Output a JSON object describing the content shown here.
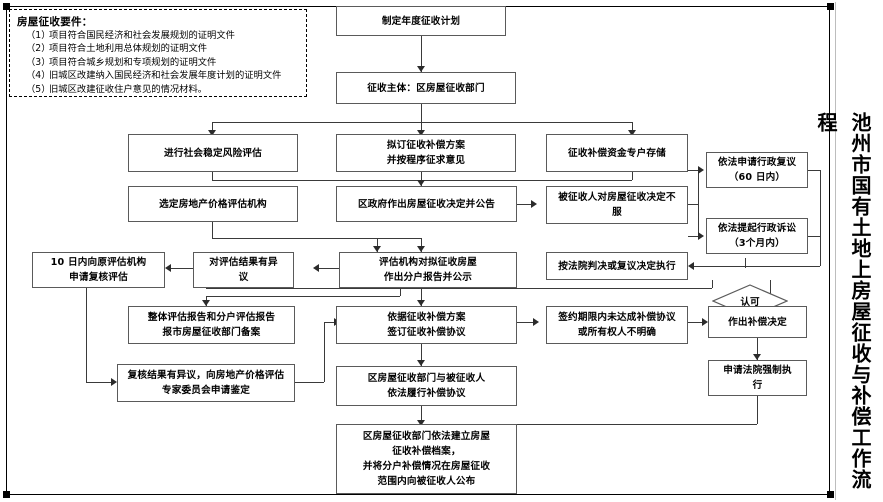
{
  "document": {
    "vertical_title": "池州市国有土地上房屋征收与补偿工作流程"
  },
  "legend": {
    "title": "房屋征收要件：",
    "items": [
      {
        "num": "（1）",
        "text": "项目符合国民经济和社会发展规划的证明文件"
      },
      {
        "num": "（2）",
        "text": "项目符合土地利用总体规划的证明文件"
      },
      {
        "num": "（3）",
        "text": "项目符合城乡规划和专项规划的证明文件"
      },
      {
        "num": "（4）",
        "text": "旧城区改建纳入国民经济和社会发展年度计划的证明文件"
      },
      {
        "num": "（5）",
        "text": "旧城区改建征收住户意见的情况材料。"
      }
    ]
  },
  "flowchart": {
    "type": "flowchart",
    "nodes": [
      {
        "id": "n1",
        "shape": "process",
        "lines": [
          "制定年度征收计划"
        ]
      },
      {
        "id": "n2",
        "shape": "process",
        "lines": [
          "征收主体：区房屋征收部门"
        ]
      },
      {
        "id": "n3",
        "shape": "process",
        "lines": [
          "进行社会稳定风险评估"
        ]
      },
      {
        "id": "n4",
        "shape": "process",
        "lines": [
          "拟订征收补偿方案",
          "并按程序征求意见"
        ]
      },
      {
        "id": "n5",
        "shape": "process",
        "lines": [
          "征收补偿资金专户存储"
        ]
      },
      {
        "id": "n6",
        "shape": "process",
        "lines": [
          "选定房地产价格评估机构"
        ]
      },
      {
        "id": "n7",
        "shape": "process",
        "lines": [
          "区政府作出房屋征收决定并公告"
        ]
      },
      {
        "id": "n8",
        "shape": "process",
        "lines": [
          "被征收人对房屋征收决定不",
          "服"
        ]
      },
      {
        "id": "n9",
        "shape": "process",
        "lines": [
          "依法申请行政复议",
          "（60 日内）"
        ]
      },
      {
        "id": "n10",
        "shape": "process",
        "lines": [
          "依法提起行政诉讼",
          "（3个月内）"
        ]
      },
      {
        "id": "n11",
        "shape": "process",
        "lines": [
          "10 日内向原评估机构",
          "申请复核评估"
        ]
      },
      {
        "id": "n12",
        "shape": "process",
        "lines": [
          "对评估结果有异",
          "议"
        ]
      },
      {
        "id": "n13",
        "shape": "process",
        "lines": [
          "评估机构对拟征收房屋",
          "作出分户报告并公示"
        ]
      },
      {
        "id": "n14",
        "shape": "process",
        "lines": [
          "按法院判决或复议决定执行"
        ]
      },
      {
        "id": "n15",
        "shape": "decision",
        "lines": [
          "认可"
        ]
      },
      {
        "id": "n16",
        "shape": "process",
        "lines": [
          "整体评估报告和分户评估报告",
          "报市房屋征收部门备案"
        ]
      },
      {
        "id": "n17",
        "shape": "process",
        "lines": [
          "依据征收补偿方案",
          "签订征收补偿协议"
        ]
      },
      {
        "id": "n18",
        "shape": "process",
        "lines": [
          "签约期限内未达成补偿协议",
          "或所有权人不明确"
        ]
      },
      {
        "id": "n19",
        "shape": "process",
        "lines": [
          "作出补偿决定"
        ]
      },
      {
        "id": "n20",
        "shape": "process",
        "lines": [
          "复核结果有异议，向房地产价格评估",
          "专家委员会申请鉴定"
        ]
      },
      {
        "id": "n21",
        "shape": "process",
        "lines": [
          "区房屋征收部门与被征收人",
          "依法履行补偿协议"
        ]
      },
      {
        "id": "n22",
        "shape": "process",
        "lines": [
          "申请法院强制执",
          "行"
        ]
      },
      {
        "id": "n23",
        "shape": "process",
        "lines": [
          "区房屋征收部门依法建立房屋",
          "征收补偿档案，",
          "并将分户补偿情况在房屋征收",
          "范围内向被征收人公布"
        ]
      }
    ],
    "edges": [
      {
        "from": "n1",
        "to": "n2"
      },
      {
        "from": "n2",
        "to": "n3"
      },
      {
        "from": "n2",
        "to": "n4"
      },
      {
        "from": "n2",
        "to": "n5"
      },
      {
        "from": "n3",
        "to": "n7"
      },
      {
        "from": "n4",
        "to": "n7"
      },
      {
        "from": "n5",
        "to": "n7"
      },
      {
        "from": "n7",
        "to": "n8"
      },
      {
        "from": "n8",
        "to": "n9"
      },
      {
        "from": "n8",
        "to": "n10"
      },
      {
        "from": "n6",
        "to": "n13"
      },
      {
        "from": "n9",
        "to": "n14"
      },
      {
        "from": "n10",
        "to": "n14"
      },
      {
        "from": "n13",
        "to": "n12"
      },
      {
        "from": "n12",
        "to": "n11"
      },
      {
        "from": "n13",
        "to": "n16"
      },
      {
        "from": "n13",
        "to": "n17"
      },
      {
        "from": "n11",
        "to": "n20"
      },
      {
        "from": "n20",
        "to": "n17"
      },
      {
        "from": "n17",
        "to": "n18"
      },
      {
        "from": "n18",
        "to": "n19"
      },
      {
        "from": "n15",
        "to": "n14"
      },
      {
        "from": "n19",
        "to": "n22"
      },
      {
        "from": "n17",
        "to": "n21"
      },
      {
        "from": "n21",
        "to": "n23"
      },
      {
        "from": "n22",
        "to": "n23"
      }
    ]
  }
}
